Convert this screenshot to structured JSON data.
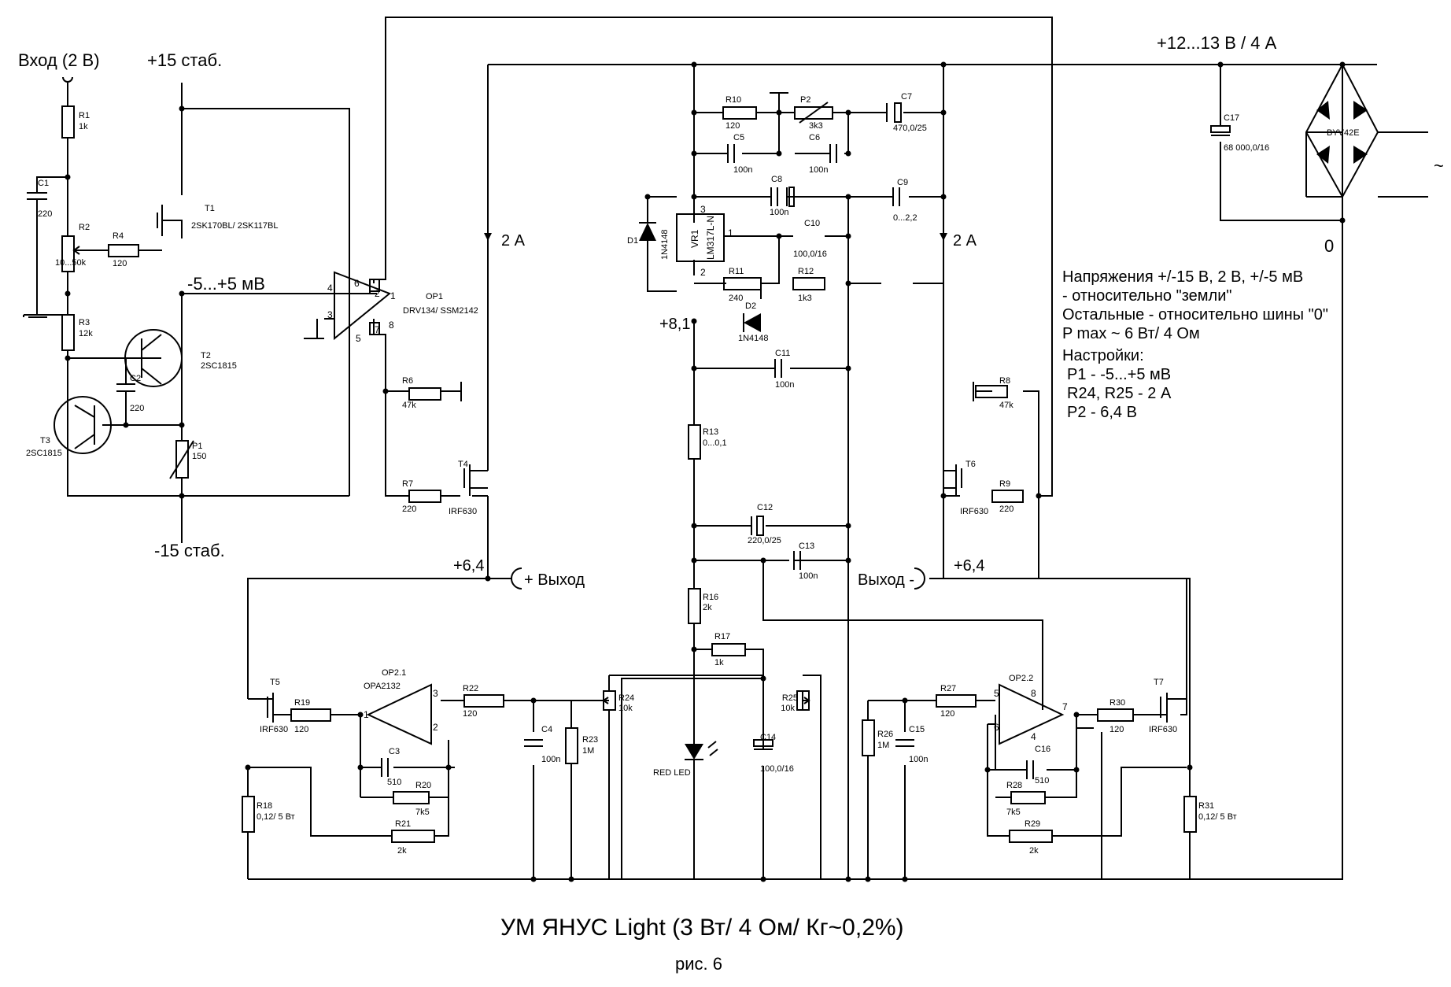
{
  "colors": {
    "ink": "#000000",
    "background": "#ffffff"
  },
  "rails": {
    "input": "Вход (2 В)",
    "plus15": "+15 стаб.",
    "minus15": "-15 стаб.",
    "supply": "+12...13 В / 4 А",
    "zero_bus": "0",
    "ac": "~",
    "offset": "-5...+5 мВ",
    "current_left": "2 А",
    "current_right": "2 А",
    "v81": "+8,1",
    "v64_left": "+6,4",
    "v64_right": "+6,4",
    "out_plus": "+ Выход",
    "out_minus": "Выход -"
  },
  "notes": [
    "Напряжения +/-15 В, 2 В, +/-5 мВ",
    " - относительно \"земли\"",
    "Остальные - относительно шины \"0\"",
    " P max ~ 6 Вт/ 4 Ом",
    " Настройки:",
    "P1 -  -5...+5 мВ",
    "R24, R25 - 2 А",
    "P2 - 6,4 В"
  ],
  "title": "УМ  ЯНУС  Light  (3 Вт/ 4 Ом/ Кг~0,2%)",
  "subtitle": "рис. 6",
  "components": {
    "R1": [
      "R1",
      "1k"
    ],
    "C1": [
      "C1",
      "220"
    ],
    "R2": [
      "R2",
      "10...50k"
    ],
    "R4": [
      "R4",
      "120"
    ],
    "R3": [
      "R3",
      "12k"
    ],
    "C2": [
      "C2",
      "220"
    ],
    "T1": [
      "T1",
      "2SK170BL/ 2SK117BL"
    ],
    "T2": [
      "T2",
      "2SC1815"
    ],
    "T3": [
      "T3",
      "2SC1815"
    ],
    "P1": [
      "P1",
      "150"
    ],
    "OP1": [
      "OP1",
      "DRV134/ SSM2142"
    ],
    "R6": [
      "R6",
      "47k"
    ],
    "R7": [
      "R7",
      "220"
    ],
    "T4": [
      "T4",
      "IRF630"
    ],
    "R10": [
      "R10",
      "120"
    ],
    "P2": [
      "P2",
      "3k3"
    ],
    "C7": [
      "C7",
      "470,0/25"
    ],
    "C5": [
      "C5",
      "100n"
    ],
    "C6": [
      "C6",
      "100n"
    ],
    "C8": [
      "C8",
      "100n"
    ],
    "C9": [
      "C9",
      "0...2,2"
    ],
    "D1": [
      "D1",
      "1N4148"
    ],
    "VR1": [
      "VR1",
      "LM317L-N"
    ],
    "C10": [
      "C10",
      "100,0/16"
    ],
    "R11": [
      "R11",
      "240"
    ],
    "R12": [
      "R12",
      "1k3"
    ],
    "D2": [
      "D2",
      "1N4148"
    ],
    "C11": [
      "C11",
      "100n"
    ],
    "R13": [
      "R13",
      "0...0,1"
    ],
    "C12": [
      "C12",
      "220,0/25"
    ],
    "C13": [
      "C13",
      "100n"
    ],
    "R16": [
      "R16",
      "2k"
    ],
    "R17": [
      "R17",
      "1k"
    ],
    "LED": [
      "RED LED"
    ],
    "C14": [
      "C14",
      "100,0/16"
    ],
    "C17": [
      "C17",
      "68 000,0/16"
    ],
    "BR": [
      "BYV42E"
    ],
    "R8": [
      "R8",
      "47k"
    ],
    "R9": [
      "R9",
      "220"
    ],
    "T6": [
      "T6",
      "IRF630"
    ],
    "T5": [
      "T5",
      "IRF630"
    ],
    "R19": [
      "R19",
      "120"
    ],
    "OP2_1": [
      "OP2.1",
      "OPA2132"
    ],
    "R22": [
      "R22",
      "120"
    ],
    "C3": [
      "C3",
      "510"
    ],
    "R20": [
      "R20",
      "7k5"
    ],
    "R21": [
      "R21",
      "2k"
    ],
    "C4": [
      "C4",
      "100n"
    ],
    "R23": [
      "R23",
      "1M"
    ],
    "R24": [
      "R24",
      "10k"
    ],
    "R18": [
      "R18",
      "0,12/ 5 Вт"
    ],
    "R25": [
      "R25",
      "10k"
    ],
    "R26": [
      "R26",
      "1M"
    ],
    "C15": [
      "C15",
      "100n"
    ],
    "R27": [
      "R27",
      "120"
    ],
    "OP2_2": [
      "OP2.2"
    ],
    "R28": [
      "R28",
      "7k5"
    ],
    "C16": [
      "C16",
      "510"
    ],
    "R29": [
      "R29",
      "2k"
    ],
    "R30": [
      "R30",
      "120"
    ],
    "T7": [
      "T7",
      "IRF630"
    ],
    "R31": [
      "R31",
      "0,12/ 5 Вт"
    ]
  },
  "pins": {
    "op1": [
      "6",
      "2",
      "1",
      "4",
      "3",
      "7",
      "8",
      "5"
    ],
    "vr1": [
      "3",
      "1",
      "2"
    ],
    "op21": [
      "1",
      "3",
      "2"
    ],
    "op22": [
      "5",
      "6",
      "8",
      "7",
      "4"
    ]
  }
}
